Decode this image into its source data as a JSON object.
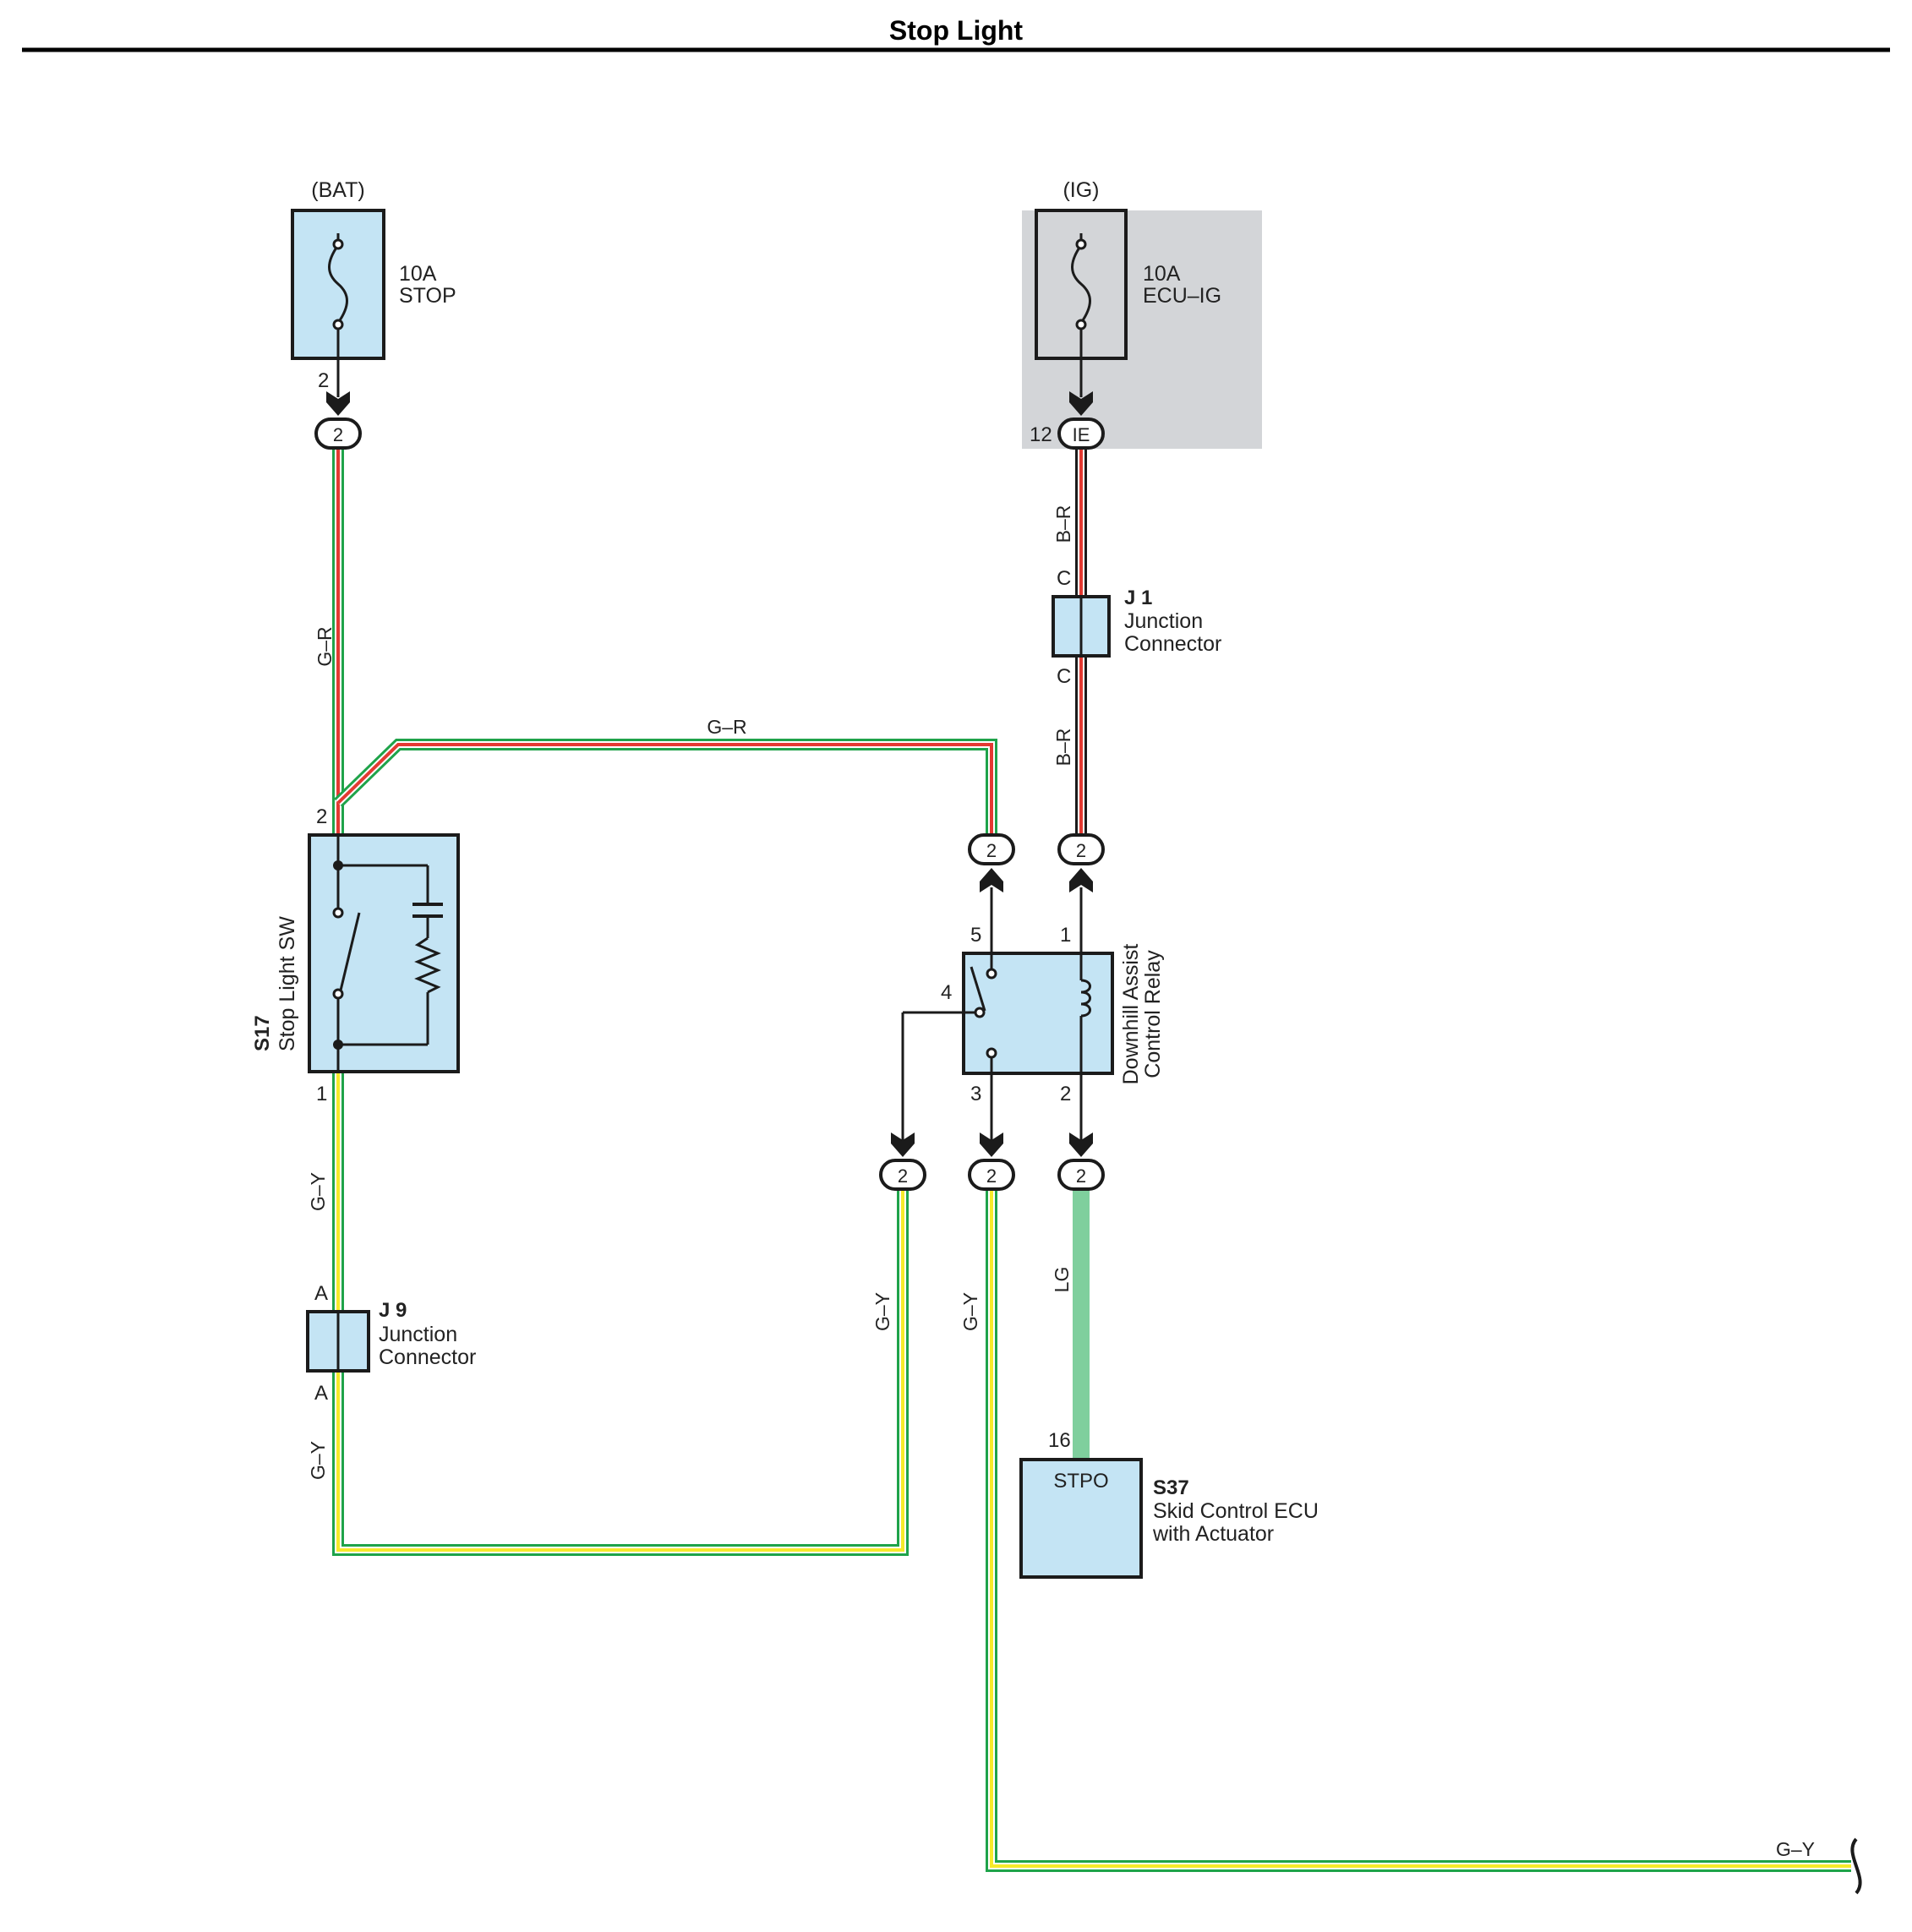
{
  "page_title": "Stop Light",
  "colors": {
    "component_fill": "#c4e4f4",
    "shaded_area": "#d3d5d8",
    "wire_green": "#1fa34a",
    "wire_red": "#e33a32",
    "wire_yellow": "#f6ea2a",
    "wire_black": "#1b1b1b",
    "wire_light_green": "#7fcf9d"
  },
  "fuse_stop": {
    "supply": "(BAT)",
    "rating": "10A",
    "name": "STOP",
    "pin": "2",
    "connector": "2"
  },
  "fuse_ecu_ig": {
    "supply": "(IG)",
    "rating": "10A",
    "name": "ECU–IG",
    "pin": "12",
    "connector": "IE"
  },
  "wires": {
    "gr_vertical": "G–R",
    "gr_horizontal": "G–R",
    "br_upper": "B–R",
    "br_lower": "B–R",
    "gy_sw_out": "G–Y",
    "gy_j9_out": "G–Y",
    "gy_relay_pin4": "G–Y",
    "gy_relay_pin3": "G–Y",
    "lg": "LG",
    "gy_exit": "G–Y"
  },
  "junction_j1": {
    "code": "J 1",
    "line1": "Junction",
    "line2": "Connector",
    "pin_in": "C",
    "pin_out": "C"
  },
  "junction_j9": {
    "code": "J 9",
    "line1": "Junction",
    "line2": "Connector",
    "pin_in": "A",
    "pin_out": "A"
  },
  "stop_light_sw": {
    "code": "S17",
    "name": "Stop Light SW",
    "pin_in": "2",
    "pin_out": "1"
  },
  "relay": {
    "line1": "Downhill Assist",
    "line2": "Control Relay",
    "pins": {
      "p1": "1",
      "p2": "2",
      "p3": "3",
      "p4": "4",
      "p5": "5"
    }
  },
  "connectors": {
    "relay_p5": "2",
    "relay_p1": "2",
    "relay_p4": "2",
    "relay_p3": "2",
    "relay_p2": "2"
  },
  "skid_ecu": {
    "code": "S37",
    "line1": "Skid Control ECU",
    "line2": "with Actuator",
    "terminal": "STPO",
    "pin": "16"
  }
}
